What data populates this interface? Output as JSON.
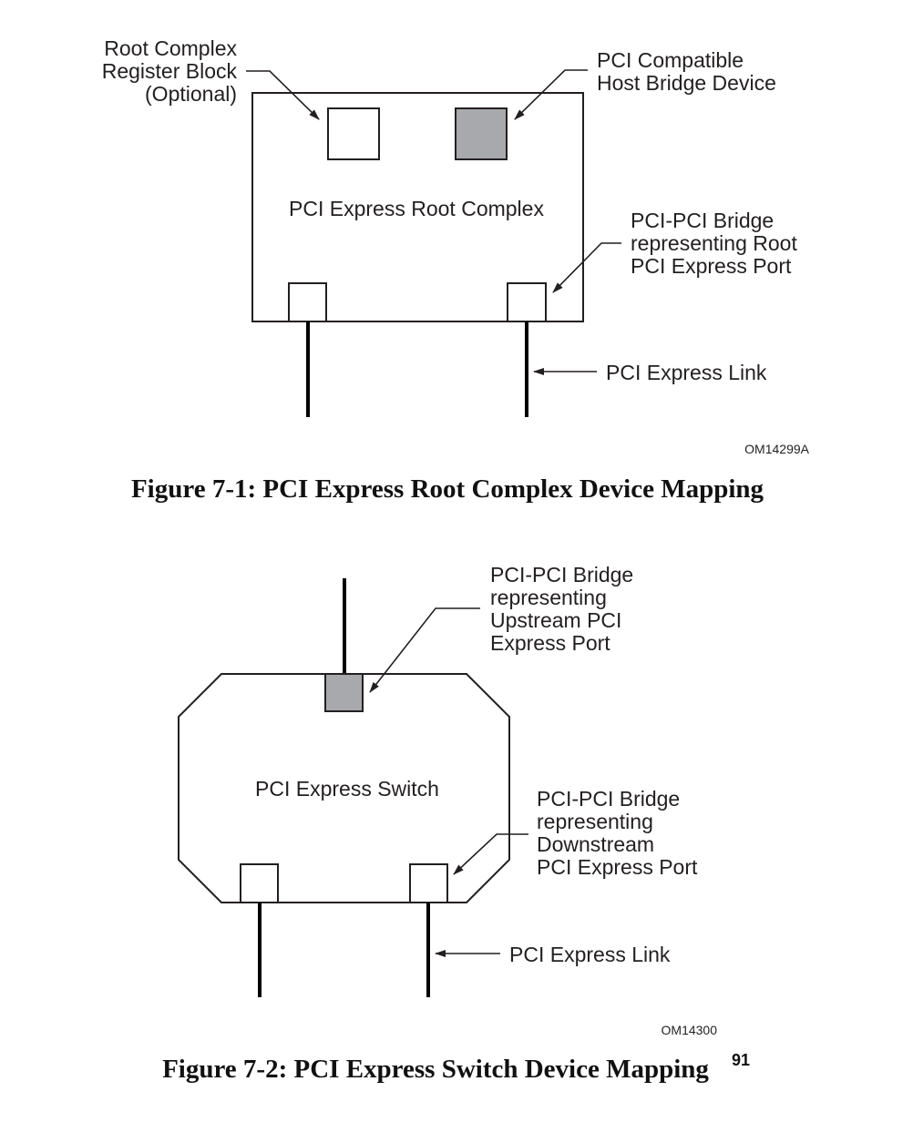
{
  "figure1": {
    "container_label": "PCI Express Root Complex",
    "callouts": {
      "register_block": [
        "Root Complex",
        "Register Block",
        "(Optional)"
      ],
      "host_bridge": [
        "PCI Compatible",
        "Host Bridge Device"
      ],
      "root_port": [
        "PCI-PCI Bridge",
        "representing Root",
        "PCI Express Port"
      ],
      "link": "PCI Express Link"
    },
    "drawing_code": "OM14299A",
    "caption": "Figure 7-1:  PCI Express Root Complex Device Mapping"
  },
  "figure2": {
    "container_label": "PCI Express Switch",
    "callouts": {
      "upstream_port": [
        "PCI-PCI Bridge",
        "representing",
        "Upstream PCI",
        "Express Port"
      ],
      "downstream_port": [
        "PCI-PCI Bridge",
        "representing",
        "Downstream",
        "PCI Express Port"
      ],
      "link": "PCI Express Link"
    },
    "drawing_code": "OM14300",
    "caption": "Figure 7-2:  PCI Express Switch Device Mapping",
    "page_number": "91"
  },
  "colors": {
    "shaded_block": "#a7a9ac",
    "line": "#231f20"
  }
}
